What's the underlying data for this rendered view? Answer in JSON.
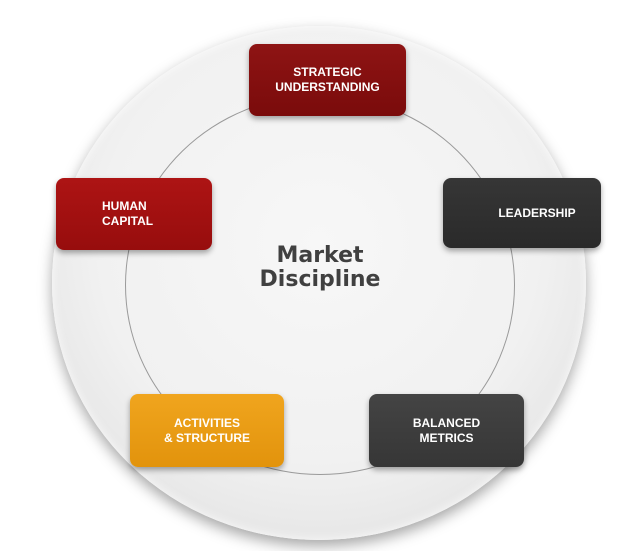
{
  "center": {
    "line1": "Market",
    "line2": "Discipline"
  },
  "nodes": {
    "strategic": {
      "line1": "STRATEGIC",
      "line2": "UNDERSTANDING",
      "color": "#8a1212"
    },
    "human": {
      "line1": "HUMAN",
      "line2": "CAPITAL",
      "color": "#a51111"
    },
    "leadership": {
      "line1": "LEADERSHIP",
      "color": "#2f2f2f"
    },
    "activities": {
      "line1": "ACTIVITIES",
      "line2": "& STRUCTURE",
      "color": "#ea9c14"
    },
    "balanced": {
      "line1": "BALANCED",
      "line2": "METRICS",
      "color": "#3c3c3c"
    }
  },
  "colors": {
    "disc": "#f1f1f1",
    "ring": "#9a9a9a",
    "center_text": "#404040"
  }
}
